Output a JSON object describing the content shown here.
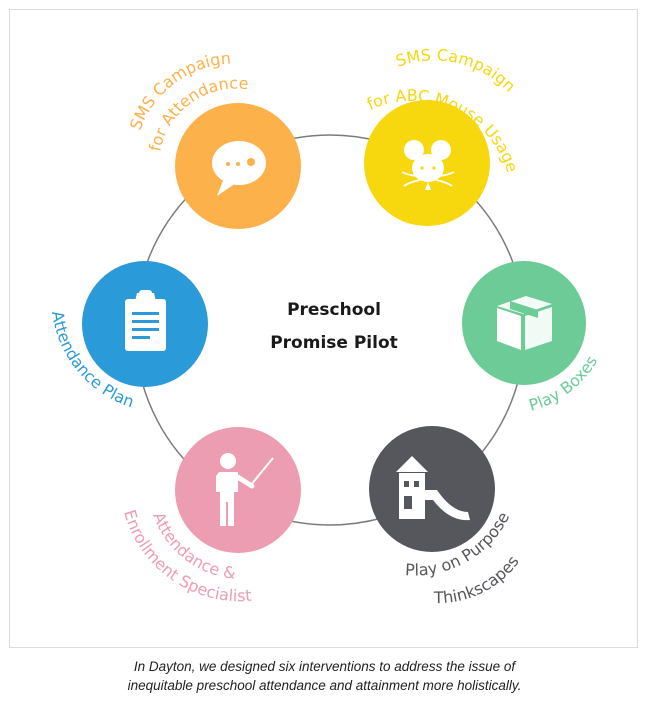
{
  "center": {
    "line1": "Preschool",
    "line2": "Promise Pilot"
  },
  "nodes": [
    {
      "id": "sms-attendance",
      "icon": "speech-bubble-icon",
      "color": "#FDB14B",
      "label_lines": [
        "SMS Campaign",
        "for Attendance"
      ]
    },
    {
      "id": "sms-abc-mouse",
      "icon": "mouse-icon",
      "color": "#F7D70E",
      "label_lines": [
        "SMS Campaign",
        "for ABC Mouse Usage"
      ]
    },
    {
      "id": "play-boxes",
      "icon": "box-icon",
      "color": "#6DCB97",
      "label_lines": [
        "Play Boxes"
      ]
    },
    {
      "id": "play-on-purpose",
      "icon": "playground-icon",
      "color": "#55575C",
      "label_lines": [
        "Play on Purpose",
        "Thinkscapes"
      ]
    },
    {
      "id": "enrollment-specialist",
      "icon": "teacher-icon",
      "color": "#ED9DB1",
      "label_lines": [
        "Attendance &",
        "Enrollment Specialist"
      ]
    },
    {
      "id": "attendance-plan",
      "icon": "clipboard-icon",
      "color": "#2A9AD8",
      "label_lines": [
        "Attendance Plan"
      ]
    }
  ],
  "caption": {
    "line1": "In Dayton, we designed six interventions to address the issue of",
    "line2": "inequitable preschool attendance and attainment more holistically."
  }
}
